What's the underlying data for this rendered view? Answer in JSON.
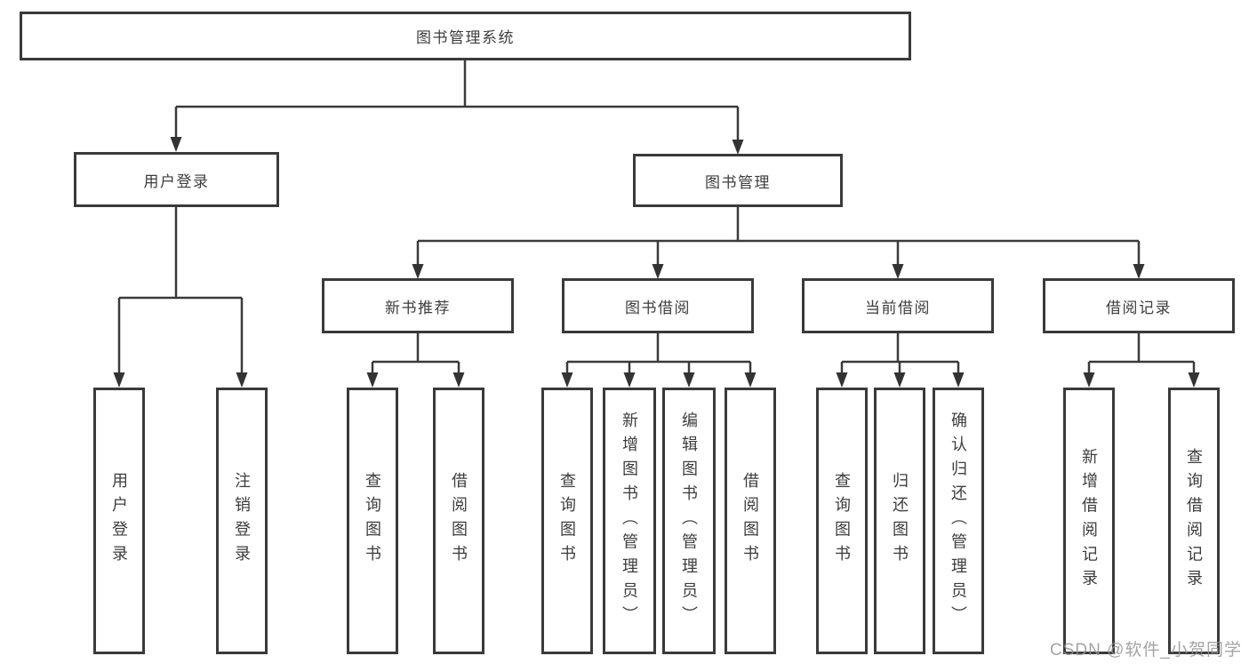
{
  "diagram": {
    "type": "hierarchy-tree",
    "title": "图书管理系统",
    "nodes": {
      "root": {
        "label": "图书管理系统"
      },
      "user_login": {
        "label": "用户登录"
      },
      "book_mgmt": {
        "label": "图书管理"
      },
      "new_book_rec": {
        "label": "新书推荐"
      },
      "book_borrow": {
        "label": "图书借阅"
      },
      "current_borrow": {
        "label": "当前借阅"
      },
      "borrow_records": {
        "label": "借阅记录"
      },
      "leaf_user_login": {
        "label": "用户登录"
      },
      "leaf_logout_login": {
        "label": "注销登录"
      },
      "leaf_rec_query_books": {
        "label": "查询图书"
      },
      "leaf_rec_borrow_books": {
        "label": "借阅图书"
      },
      "leaf_bb_query_books": {
        "label": "查询图书"
      },
      "leaf_bb_add_books": {
        "label": "新增图书（管理员）"
      },
      "leaf_bb_edit_books": {
        "label": "编辑图书（管理员）"
      },
      "leaf_bb_borrow_books": {
        "label": "借阅图书"
      },
      "leaf_cb_query_books": {
        "label": "查询图书"
      },
      "leaf_cb_return_books": {
        "label": "归还图书"
      },
      "leaf_cb_confirm_return": {
        "label": "确认归还（管理员）"
      },
      "leaf_br_add_record": {
        "label": "新增借阅记录"
      },
      "leaf_br_query_record": {
        "label": "查询借阅记录"
      }
    },
    "edges": [
      [
        "root",
        "user_login"
      ],
      [
        "root",
        "book_mgmt"
      ],
      [
        "user_login",
        "leaf_user_login"
      ],
      [
        "user_login",
        "leaf_logout_login"
      ],
      [
        "book_mgmt",
        "new_book_rec"
      ],
      [
        "book_mgmt",
        "book_borrow"
      ],
      [
        "book_mgmt",
        "current_borrow"
      ],
      [
        "book_mgmt",
        "borrow_records"
      ],
      [
        "new_book_rec",
        "leaf_rec_query_books"
      ],
      [
        "new_book_rec",
        "leaf_rec_borrow_books"
      ],
      [
        "book_borrow",
        "leaf_bb_query_books"
      ],
      [
        "book_borrow",
        "leaf_bb_add_books"
      ],
      [
        "book_borrow",
        "leaf_bb_edit_books"
      ],
      [
        "book_borrow",
        "leaf_bb_borrow_books"
      ],
      [
        "current_borrow",
        "leaf_cb_query_books"
      ],
      [
        "current_borrow",
        "leaf_cb_return_books"
      ],
      [
        "current_borrow",
        "leaf_cb_confirm_return"
      ],
      [
        "borrow_records",
        "leaf_br_add_record"
      ],
      [
        "borrow_records",
        "leaf_br_query_record"
      ]
    ],
    "colors": {
      "line": "#3a3a3a",
      "box_border": "#3a3a3a",
      "box_bg": "#ffffff",
      "text": "#3d3d3d",
      "watermark": "#949494"
    }
  },
  "watermark": "CSDN @软件_小贺同学"
}
